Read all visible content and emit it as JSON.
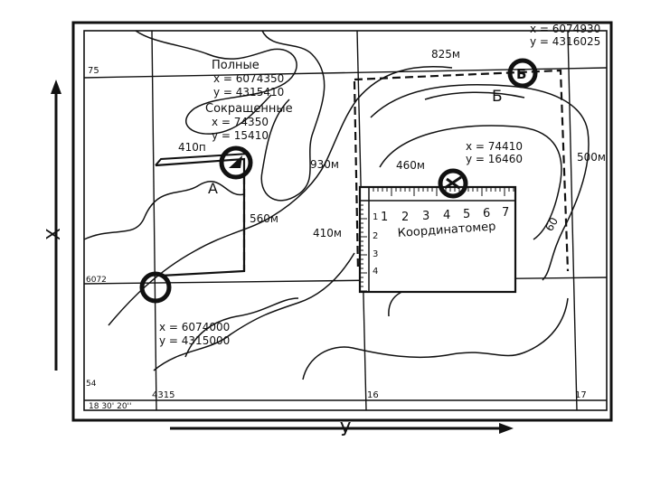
{
  "axes": {
    "x_axis_letter": "X",
    "y_axis_letter": "У"
  },
  "grid_labels": {
    "x_top": "75",
    "x_bottom": "6072",
    "y_left": "4315",
    "y_mid": "16",
    "y_right": "17",
    "sheet_corner": "54",
    "frame_note": "18 30' 20''"
  },
  "corner_coords": {
    "x": "x = 6074930",
    "y": "y = 4316025"
  },
  "annotations": {
    "full_heading": "Полные",
    "full_x": "x = 6074350",
    "full_y": "у = 4315410",
    "short_heading": "Сокращенные",
    "short_x": "x = 74350",
    "short_y": "у = 15410",
    "point_a": "А",
    "point_b": "Б",
    "point_b_x": "x = 74410",
    "point_b_y": "у = 16460",
    "node_x": "x = 6074000",
    "node_y": "у = 4315000"
  },
  "distances": {
    "d410_a": "410п",
    "d560": "560м",
    "d930": "930м",
    "d460": "460м",
    "d410_b": "410м",
    "d825": "825м",
    "d500": "500м"
  },
  "contour_label": "60",
  "coordinatometer": {
    "title": "Координатомер",
    "ticks": [
      "1",
      "2",
      "3",
      "4",
      "5",
      "6",
      "7"
    ],
    "side_ticks": [
      "1",
      "2",
      "3",
      "4"
    ]
  }
}
